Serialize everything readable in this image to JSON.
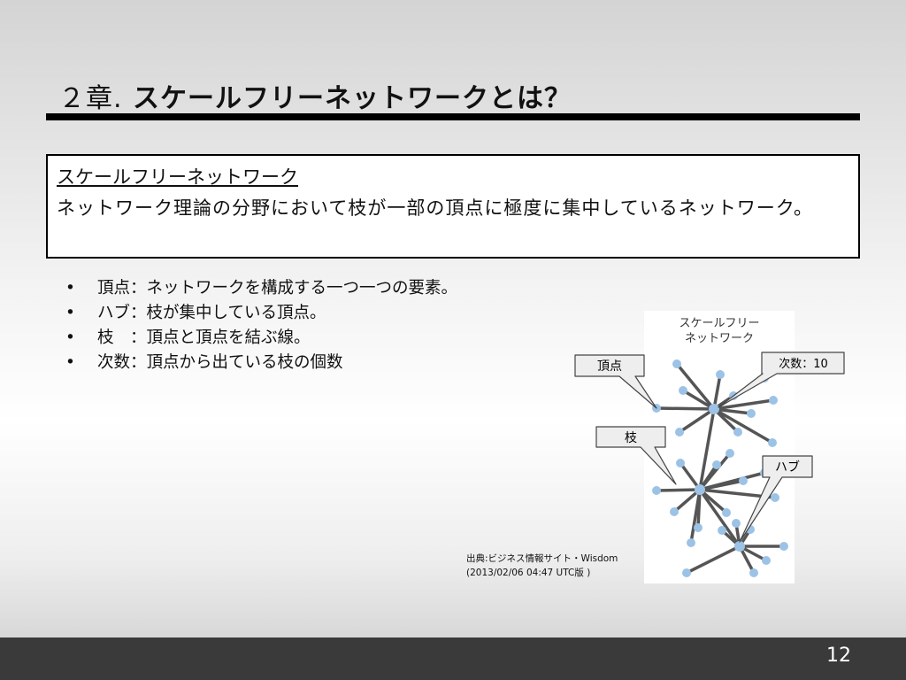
{
  "slide": {
    "title_chapter": "２章.",
    "title_main": "スケールフリーネットワークとは？",
    "page_number": "12"
  },
  "definition": {
    "term": "スケールフリーネットワーク",
    "text": "ネットワーク理論の分野において枝が一部の頂点に極度に集中しているネットワーク。"
  },
  "bullets": [
    {
      "text": "頂点：ネットワークを構成する一つ一つの要素。"
    },
    {
      "text": "ハブ：枝が集中している頂点。"
    },
    {
      "text": "枝　：頂点と頂点を結ぶ線。"
    },
    {
      "text": "次数：頂点から出ている枝の個数"
    }
  ],
  "diagram": {
    "title_line1": "スケールフリー",
    "title_line2": "ネットワーク",
    "callouts": {
      "vertex": "頂点",
      "degree": "次数：10",
      "edge": "枝",
      "hub": "ハブ"
    },
    "colors": {
      "node": "#9cc3e6",
      "edge": "#555555",
      "callout_fill": "#eeeeee",
      "callout_stroke": "#444444"
    }
  },
  "citation": {
    "line1": "出典:ビジネス情報サイト・Wisdom",
    "line2": "(2013/02/06 04:47 UTC版 )"
  }
}
